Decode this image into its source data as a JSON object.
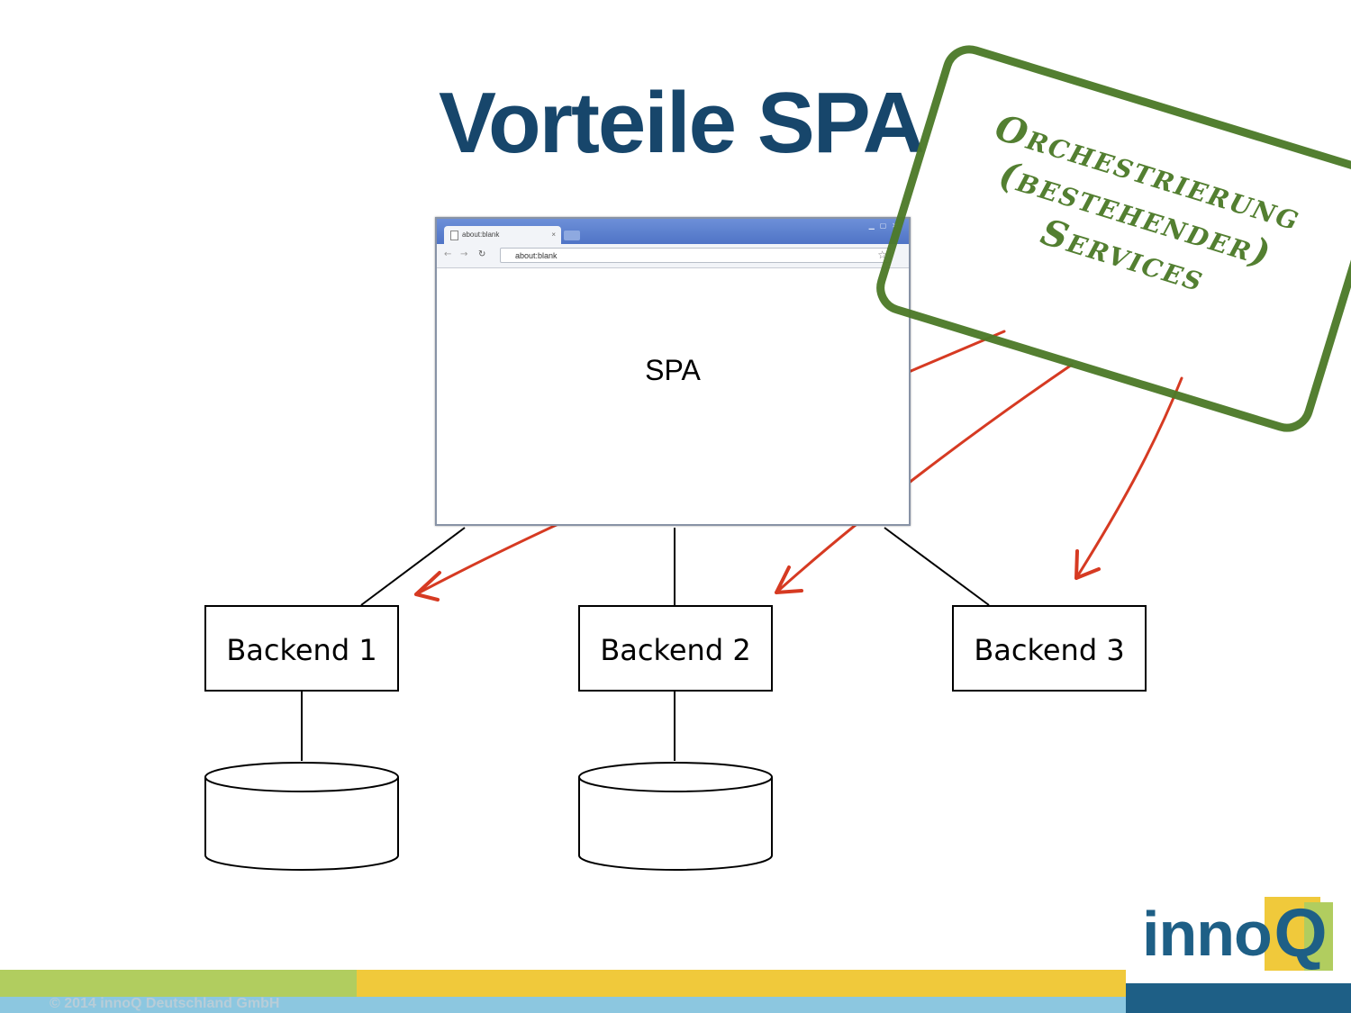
{
  "slide": {
    "title": "Vorteile SPA",
    "copyright": "© 2014 innoQ Deutschland GmbH"
  },
  "browser": {
    "tab_title": "about:blank",
    "address": "about:blank",
    "content_label": "SPA"
  },
  "backends": [
    {
      "label": "Backend 1",
      "has_database": true
    },
    {
      "label": "Backend 2",
      "has_database": true
    },
    {
      "label": "Backend 3",
      "has_database": false
    }
  ],
  "stamp": {
    "lines": [
      "Orchestrierung",
      "(bestehender)",
      "Services"
    ],
    "color": "#4d7a29"
  },
  "logo": {
    "word": "inno",
    "letter": "Q"
  },
  "colors": {
    "title": "#17466b",
    "arrow": "#d63a22",
    "band_green": "#b1cd5f",
    "band_yellow": "#f0c93b",
    "band_lightblue": "#8cc7e0",
    "band_darkblue": "#1e5f86"
  }
}
